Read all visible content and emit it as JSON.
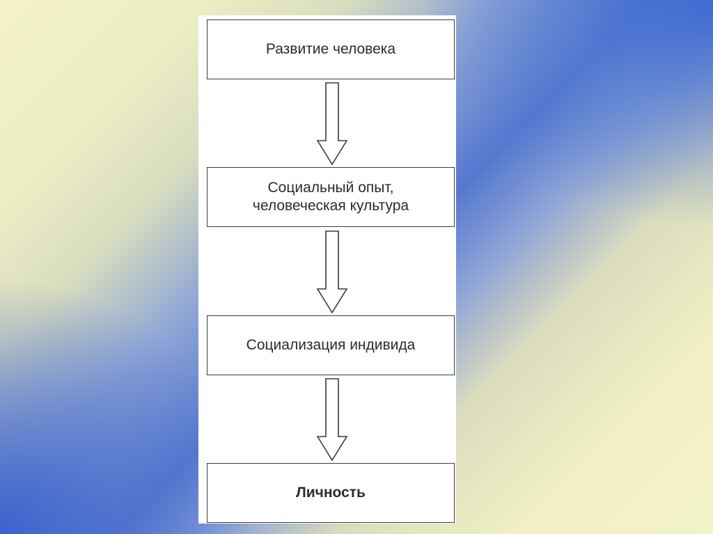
{
  "diagram": {
    "type": "flowchart",
    "direction": "top-to-bottom",
    "nodes": [
      {
        "id": "n1",
        "lines": [
          "Развитие человека"
        ],
        "bold": false
      },
      {
        "id": "n2",
        "lines": [
          "Социальный опыт,",
          "человеческая культура"
        ],
        "bold": false
      },
      {
        "id": "n3",
        "lines": [
          "Социализация индивида"
        ],
        "bold": false
      },
      {
        "id": "n4",
        "lines": [
          "Личность"
        ],
        "bold": true
      }
    ],
    "edges": [
      {
        "from": "n1",
        "to": "n2",
        "style": "hollow-block-arrow"
      },
      {
        "from": "n2",
        "to": "n3",
        "style": "hollow-block-arrow"
      },
      {
        "from": "n3",
        "to": "n4",
        "style": "hollow-block-arrow"
      }
    ]
  },
  "colors": {
    "background_yellow": "#f2f2c6",
    "background_blue": "#4a72cf",
    "panel": "#ffffff",
    "stroke": "#3a3a3a",
    "text": "#2b2b2b"
  }
}
